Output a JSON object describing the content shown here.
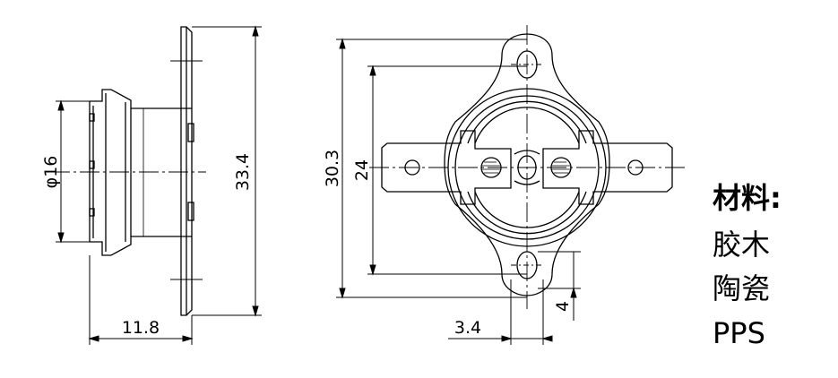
{
  "dimensions": {
    "diameter": "φ16",
    "height_total": "33.4",
    "depth": "11.8",
    "mount_span": "30.3",
    "inner_span": "24",
    "offset": "3.4",
    "hole": "4"
  },
  "materials": {
    "title": "材料:",
    "items": [
      "胶木",
      "陶瓷",
      "PPS"
    ]
  }
}
